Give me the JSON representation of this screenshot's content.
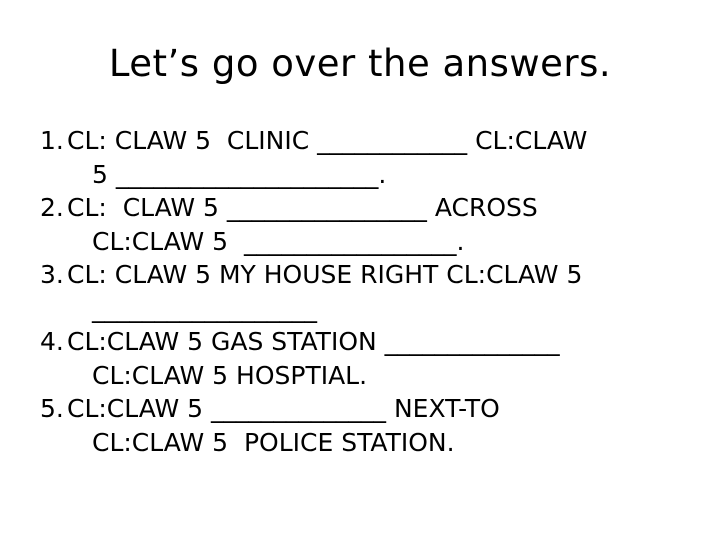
{
  "slide": {
    "background_color": "#ffffff",
    "text_color": "#000000",
    "title": "Let’s go over the answers.",
    "items": [
      {
        "number": "1.",
        "line1": "CL: CLAW 5  CLINIC ____________ CL:CLAW",
        "line2": "5 _____________________."
      },
      {
        "number": "2.",
        "line1": "CL:  CLAW 5 ________________ ACROSS",
        "line2": "CL:CLAW 5  _________________."
      },
      {
        "number": "3.",
        "line1": "CL: CLAW 5 MY HOUSE RIGHT CL:CLAW 5",
        "line2": "__________________"
      },
      {
        "number": "4.",
        "line1": "CL:CLAW 5 GAS STATION ______________",
        "line2": "CL:CLAW 5 HOSPTIAL."
      },
      {
        "number": "5.",
        "line1": "CL:CLAW 5 ______________ NEXT-TO",
        "line2": "CL:CLAW 5  POLICE STATION."
      }
    ]
  }
}
